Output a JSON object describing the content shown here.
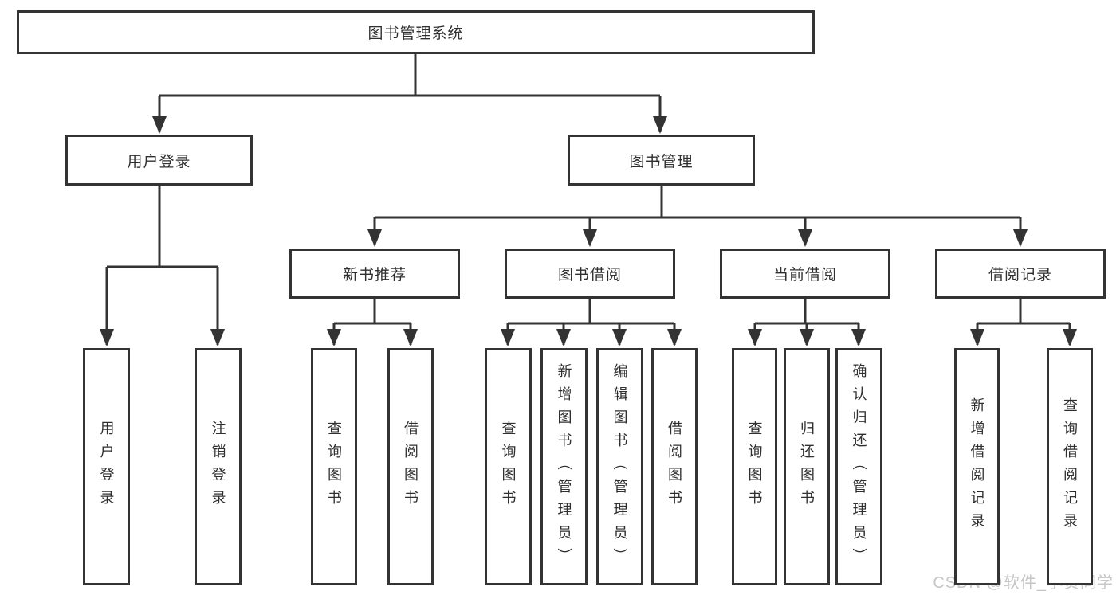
{
  "diagram": {
    "root": "图书管理系统",
    "level2": [
      {
        "label": "用户登录",
        "children": [
          "用户登录",
          "注销登录"
        ]
      },
      {
        "label": "图书管理"
      }
    ],
    "level3": [
      {
        "label": "新书推荐",
        "children": [
          "查询图书",
          "借阅图书"
        ]
      },
      {
        "label": "图书借阅",
        "children": [
          "查询图书",
          "新增图书（管理员）",
          "编辑图书（管理员）",
          "借阅图书"
        ]
      },
      {
        "label": "当前借阅",
        "children": [
          "查询图书",
          "归还图书",
          "确认归还（管理员）"
        ]
      },
      {
        "label": "借阅记录",
        "children": [
          "新增借阅记录",
          "查询借阅记录"
        ]
      }
    ]
  },
  "watermark": "CSDN @软件_小贺同学",
  "colors": {
    "line": "#333333",
    "text": "#2f2f2f",
    "background": "#ffffff",
    "watermark": "#c6c6c6"
  }
}
